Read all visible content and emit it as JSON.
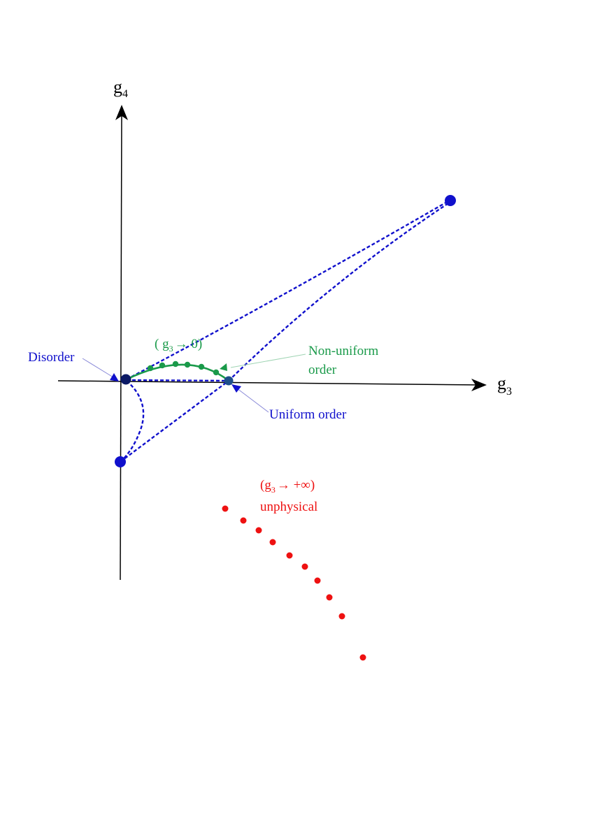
{
  "axes": {
    "x": {
      "base": "g",
      "sub": "3"
    },
    "y": {
      "base": "g",
      "sub": "4"
    }
  },
  "labels": {
    "disorder": "Disorder",
    "uniform_order": "Uniform order",
    "non_uniform_line1": "Non-uniform",
    "non_uniform_line2": "order",
    "green_limit": {
      "open": "( g",
      "sub": "3",
      "rest": "→ 0)"
    },
    "red_limit": {
      "open": "(g",
      "sub": "3",
      "rest": "→ +∞)"
    },
    "unphysical": "unphysical"
  },
  "colors": {
    "blue": "#1010cc",
    "green": "#1a9a4a",
    "red": "#ee1111",
    "axis": "#000000"
  }
}
